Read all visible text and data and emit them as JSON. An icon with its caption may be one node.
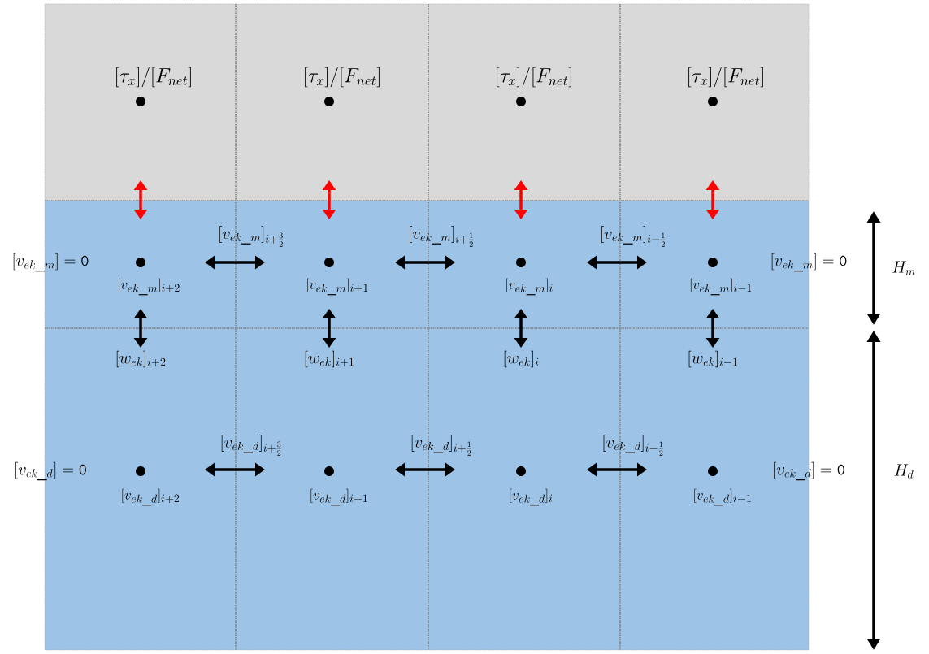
{
  "diagram": {
    "nodes": [
      {
        "text": [],
        "shape": "circle",
        "beside": [
          "[\\tau_x]/[F_{net}]"
        ]
      },
      {
        "text": [],
        "shape": "circle",
        "beside": [
          "[\\tau_x]/[F_{net}]"
        ]
      },
      {
        "text": [],
        "shape": "circle",
        "beside": [
          "[\\tau_x]/[F_{net}]"
        ]
      },
      {
        "text": [],
        "shape": "circle",
        "beside": [
          "[\\tau_x]/[F_{net}]"
        ]
      },
      {
        "text": [],
        "shape": "circle",
        "beside": [
          "[v_{ek\\_m}]_{i+2}"
        ]
      },
      {
        "text": [],
        "shape": "circle",
        "beside": [
          "[v_{ek\\_m}]_{i+1}"
        ]
      },
      {
        "text": [],
        "shape": "circle",
        "beside": [
          "[v_{ek\\_m}]_{i}"
        ]
      },
      {
        "text": [],
        "shape": "circle",
        "beside": [
          "[v_{ek\\_m}]_{i-1}"
        ]
      },
      {
        "text": [],
        "shape": "circle",
        "beside": [
          "[v_{ek\\_d}]_{i+2}"
        ]
      },
      {
        "text": [],
        "shape": "circle",
        "beside": [
          "[v_{ek\\_d}]_{i+1}"
        ]
      },
      {
        "text": [],
        "shape": "circle",
        "beside": [
          "[v_{ek\\_d}]_{i}"
        ]
      },
      {
        "text": [],
        "shape": "circle",
        "beside": [
          "[v_{ek\\_d}]_{i-1}"
        ]
      }
    ],
    "labels": [
      "[v_{ek\\_m}]_{i+\\frac{3}{2}}",
      "[v_{ek\\_m}]_{i+\\frac{1}{2}}",
      "[v_{ek\\_m}]_{i-\\frac{1}{2}}",
      "[v_{ek\\_m}]=\\mathtt{0}",
      "[v_{ek\\_m}]=\\mathtt{0}",
      "H_m",
      "[w_{ek}]_{i+2}",
      "[w_{ek}]_{i+1}",
      "[w_{ek}]_{i}",
      "[w_{ek}]_{i-1}",
      "[v_{ek\\_d}]_{i+\\frac{3}{2}}",
      "[v_{ek\\_d}]_{i+\\frac{1}{2}}",
      "[v_{ek\\_d}]_{i-\\frac{1}{2}}",
      "[v_{ek\\_d}]=\\mathtt{0}",
      "[v_{ek\\_d}]=\\mathtt{0}",
      "H_d"
    ]
  }
}
